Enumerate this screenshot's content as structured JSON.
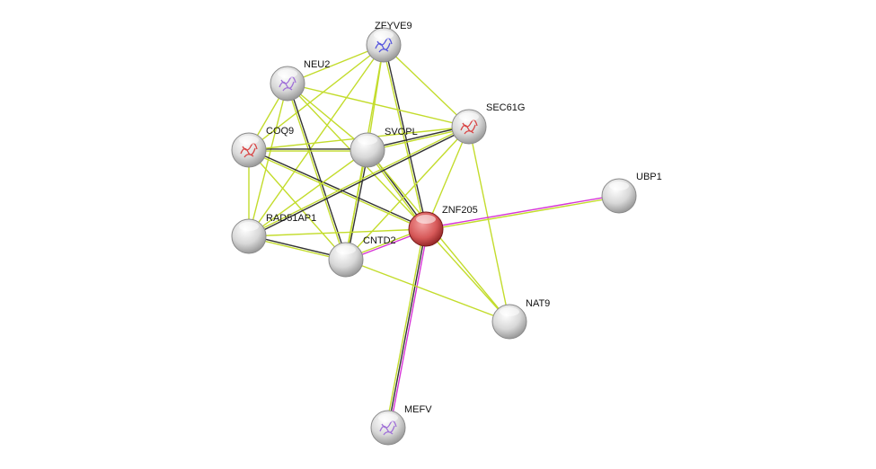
{
  "network": {
    "colors": {
      "textmining": "#c3dc2c",
      "coexpression": "#333333",
      "experiments": "#d633d6",
      "query_node": "#d23a3a",
      "node": "#d9d9d9"
    },
    "nodes": [
      {
        "id": "ZFYVE9",
        "label": "ZFYVE9",
        "structure": "blue"
      },
      {
        "id": "NEU2",
        "label": "NEU2",
        "structure": "purple"
      },
      {
        "id": "SEC61G",
        "label": "SEC61G",
        "structure": "red"
      },
      {
        "id": "COQ9",
        "label": "COQ9",
        "structure": "red"
      },
      {
        "id": "SVOPL",
        "label": "SVOPL",
        "structure": ""
      },
      {
        "id": "UBP1",
        "label": "UBP1",
        "structure": ""
      },
      {
        "id": "ZNF205",
        "label": "ZNF205",
        "structure": "",
        "query": true
      },
      {
        "id": "RAD51AP1",
        "label": "RAD51AP1",
        "structure": ""
      },
      {
        "id": "CNTD2",
        "label": "CNTD2",
        "structure": ""
      },
      {
        "id": "NAT9",
        "label": "NAT9",
        "structure": ""
      },
      {
        "id": "MEFV",
        "label": "MEFV",
        "structure": "purple"
      }
    ],
    "edges": [
      {
        "s": "ZFYVE9",
        "t": "NEU2",
        "types": [
          "textmining"
        ]
      },
      {
        "s": "ZFYVE9",
        "t": "COQ9",
        "types": [
          "textmining"
        ]
      },
      {
        "s": "ZFYVE9",
        "t": "SVOPL",
        "types": [
          "textmining"
        ]
      },
      {
        "s": "ZFYVE9",
        "t": "SEC61G",
        "types": [
          "textmining"
        ]
      },
      {
        "s": "ZFYVE9",
        "t": "ZNF205",
        "types": [
          "coexpression",
          "textmining"
        ]
      },
      {
        "s": "ZFYVE9",
        "t": "RAD51AP1",
        "types": [
          "textmining"
        ]
      },
      {
        "s": "ZFYVE9",
        "t": "CNTD2",
        "types": [
          "textmining"
        ]
      },
      {
        "s": "NEU2",
        "t": "COQ9",
        "types": [
          "textmining"
        ]
      },
      {
        "s": "NEU2",
        "t": "SVOPL",
        "types": [
          "textmining"
        ]
      },
      {
        "s": "NEU2",
        "t": "SEC61G",
        "types": [
          "textmining"
        ]
      },
      {
        "s": "NEU2",
        "t": "CNTD2",
        "types": [
          "coexpression",
          "textmining"
        ]
      },
      {
        "s": "NEU2",
        "t": "ZNF205",
        "types": [
          "textmining"
        ]
      },
      {
        "s": "NEU2",
        "t": "RAD51AP1",
        "types": [
          "textmining"
        ]
      },
      {
        "s": "COQ9",
        "t": "SVOPL",
        "types": [
          "coexpression",
          "textmining"
        ]
      },
      {
        "s": "COQ9",
        "t": "ZNF205",
        "types": [
          "coexpression",
          "textmining"
        ]
      },
      {
        "s": "COQ9",
        "t": "RAD51AP1",
        "types": [
          "textmining"
        ]
      },
      {
        "s": "COQ9",
        "t": "CNTD2",
        "types": [
          "textmining"
        ]
      },
      {
        "s": "COQ9",
        "t": "SEC61G",
        "types": [
          "textmining"
        ]
      },
      {
        "s": "SVOPL",
        "t": "SEC61G",
        "types": [
          "coexpression",
          "textmining"
        ]
      },
      {
        "s": "SVOPL",
        "t": "ZNF205",
        "types": [
          "coexpression",
          "textmining"
        ]
      },
      {
        "s": "SVOPL",
        "t": "CNTD2",
        "types": [
          "coexpression",
          "textmining"
        ]
      },
      {
        "s": "SVOPL",
        "t": "RAD51AP1",
        "types": [
          "textmining"
        ]
      },
      {
        "s": "SVOPL",
        "t": "NAT9",
        "types": [
          "textmining"
        ]
      },
      {
        "s": "SEC61G",
        "t": "RAD51AP1",
        "types": [
          "coexpression",
          "textmining"
        ]
      },
      {
        "s": "SEC61G",
        "t": "ZNF205",
        "types": [
          "textmining"
        ]
      },
      {
        "s": "SEC61G",
        "t": "NAT9",
        "types": [
          "textmining"
        ]
      },
      {
        "s": "SEC61G",
        "t": "CNTD2",
        "types": [
          "textmining"
        ]
      },
      {
        "s": "ZNF205",
        "t": "RAD51AP1",
        "types": [
          "textmining"
        ]
      },
      {
        "s": "ZNF205",
        "t": "CNTD2",
        "types": [
          "experiments",
          "textmining"
        ]
      },
      {
        "s": "ZNF205",
        "t": "UBP1",
        "types": [
          "experiments",
          "textmining"
        ]
      },
      {
        "s": "ZNF205",
        "t": "MEFV",
        "types": [
          "experiments",
          "coexpression",
          "textmining"
        ]
      },
      {
        "s": "ZNF205",
        "t": "NAT9",
        "types": [
          "textmining"
        ]
      },
      {
        "s": "RAD51AP1",
        "t": "CNTD2",
        "types": [
          "coexpression",
          "textmining"
        ]
      },
      {
        "s": "CNTD2",
        "t": "NAT9",
        "types": [
          "textmining"
        ]
      }
    ]
  }
}
